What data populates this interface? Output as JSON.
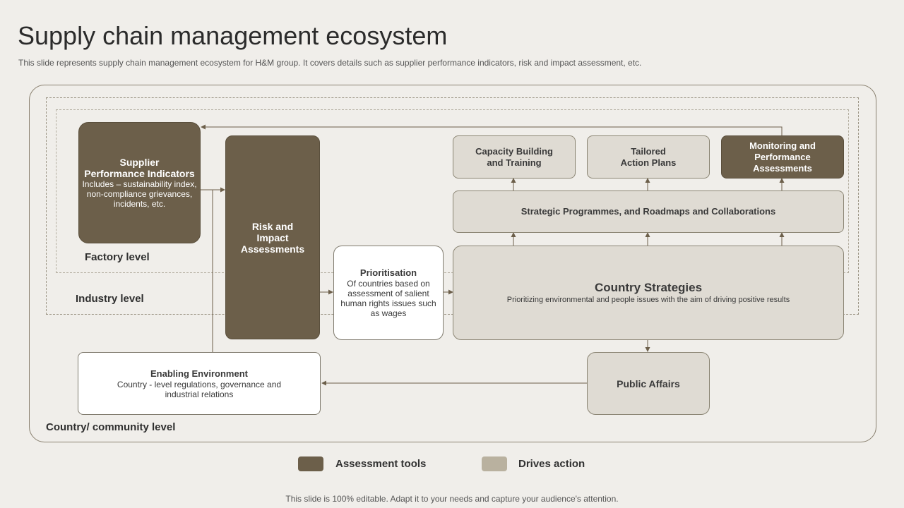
{
  "header": {
    "title": "Supply chain management ecosystem",
    "subtitle": "This slide represents supply chain management ecosystem for H&M group. It covers details such as supplier performance indicators, risk and impact assessment, etc."
  },
  "levels": {
    "factory": "Factory level",
    "industry": "Industry level",
    "country": "Country/ community  level"
  },
  "nodes": {
    "supplier": {
      "title": "Supplier\nPerformance Indicators",
      "desc": "Includes – sustainability index,\nnon-compliance grievances,\nincidents, etc."
    },
    "risk": {
      "title": "Risk  and\nImpact\nAssessments"
    },
    "prioritisation": {
      "title": "Prioritisation",
      "desc": "Of countries based on\nassessment of salient\nhuman rights issues such\nas wages"
    },
    "capacity": {
      "title": "Capacity Building\nand Training"
    },
    "tailored": {
      "title": "Tailored\nAction Plans"
    },
    "monitoring": {
      "title": "Monitoring and\nPerformance\nAssessments"
    },
    "strategic": {
      "title": "Strategic Programmes, and Roadmaps and Collaborations"
    },
    "country": {
      "title": "Country Strategies",
      "desc": "Prioritizing environmental and people issues with the aim of driving positive results"
    },
    "public": {
      "title": "Public Affairs"
    },
    "enabling": {
      "title": "Enabling Environment",
      "desc": "Country - level regulations, governance and\nindustrial relations"
    }
  },
  "legend": {
    "assessment": {
      "label": "Assessment tools",
      "color": "#6c5f4a"
    },
    "drives": {
      "label": "Drives action",
      "color": "#b9b19f"
    }
  },
  "footer": "This slide is 100% editable. Adapt it to your needs and capture your audience's attention."
}
